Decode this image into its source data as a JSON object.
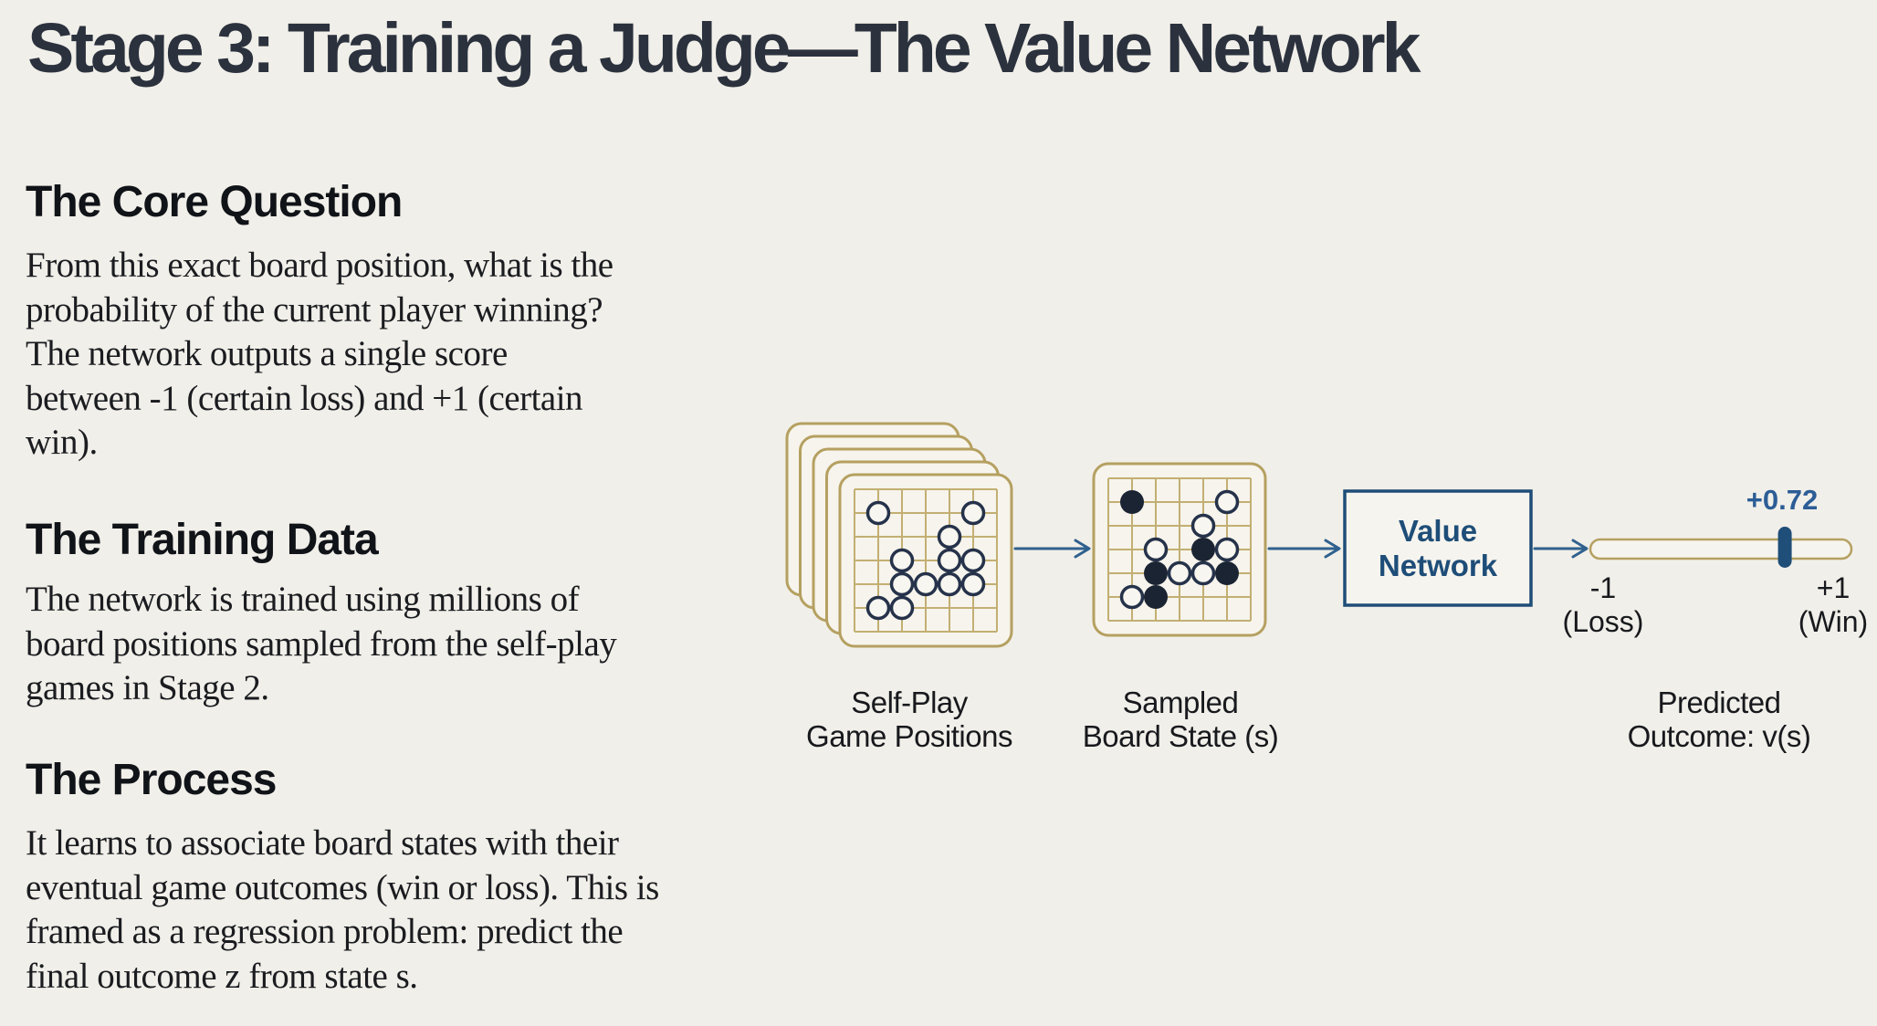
{
  "slide": {
    "title": "Stage 3: Training a Judge—The Value Network"
  },
  "sections": [
    {
      "heading": "The Core Question",
      "body": "From this exact board position, what is the\nprobability of the current player winning?\nThe network outputs a single score\nbetween -1 (certain loss) and +1 (certain\nwin)."
    },
    {
      "heading": "The Training Data",
      "body": "The network is trained using millions of\nboard positions sampled from the self-play\ngames in Stage 2."
    },
    {
      "heading": "The Process",
      "body": "It learns to associate board states with their\neventual game outcomes (win or loss). This is\nframed as a regression problem: predict the\nfinal outcome z from state s."
    }
  ],
  "diagram": {
    "stack_label": "Self-Play\nGame Positions",
    "sampled_label": "Sampled\nBoard State (s)",
    "network_label": "Value\nNetwork",
    "outcome_label": "Predicted\nOutcome: v(s)",
    "score": "+0.72",
    "scale_left": "-1\n(Loss)",
    "scale_right": "+1\n(Win)",
    "scale_min": -1,
    "scale_max": 1,
    "predicted_value": 0.72,
    "boards": {
      "grid_cells": 6,
      "stack_layers": 5,
      "stones": [
        {
          "col": 1,
          "row": 1,
          "stack": "white",
          "sampled": "black"
        },
        {
          "col": 5,
          "row": 1,
          "stack": "white",
          "sampled": "white"
        },
        {
          "col": 4,
          "row": 2,
          "stack": "white",
          "sampled": "white"
        },
        {
          "col": 2,
          "row": 3,
          "stack": "white",
          "sampled": "white"
        },
        {
          "col": 4,
          "row": 3,
          "stack": "white",
          "sampled": "black"
        },
        {
          "col": 5,
          "row": 3,
          "stack": "white",
          "sampled": "white"
        },
        {
          "col": 2,
          "row": 4,
          "stack": "white",
          "sampled": "black"
        },
        {
          "col": 3,
          "row": 4,
          "stack": "white",
          "sampled": "white"
        },
        {
          "col": 4,
          "row": 4,
          "stack": "white",
          "sampled": "white"
        },
        {
          "col": 5,
          "row": 4,
          "stack": "white",
          "sampled": "black"
        },
        {
          "col": 1,
          "row": 5,
          "stack": "white",
          "sampled": "white"
        },
        {
          "col": 2,
          "row": 5,
          "stack": "white",
          "sampled": "black"
        }
      ]
    },
    "colors": {
      "background": "#f1efe9",
      "board_fill": "#f6f4ec",
      "board_border": "#b5a061",
      "board_grid": "#c3af73",
      "stone_outline": "#25324a",
      "stone_black": "#1b2433",
      "stone_white": "#f8f6f0",
      "arrow": "#30618e",
      "network_border": "#1e4d78",
      "slider_outline": "#b5a061",
      "slider_fill": "#f6f4ee",
      "marker": "#1f4e79",
      "score_text": "#2c5d96"
    }
  }
}
